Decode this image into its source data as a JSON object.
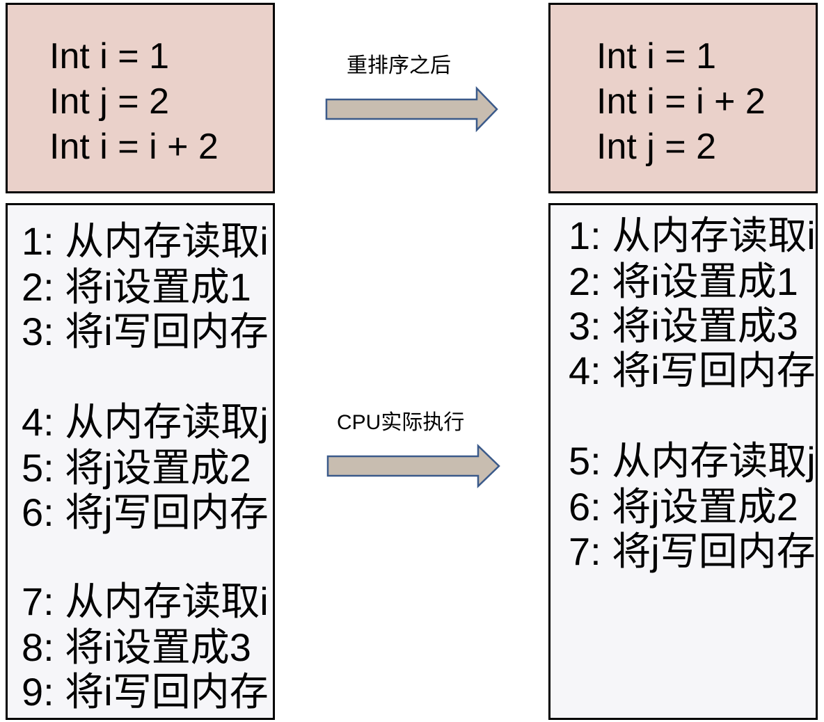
{
  "before": {
    "code": [
      "Int i = 1",
      "Int j = 2",
      "Int i = i + 2"
    ],
    "steps": [
      "1: 从内存读取i",
      "2: 将i设置成1",
      "3: 将i写回内存",
      "4: 从内存读取j",
      "5: 将j设置成2",
      "6: 将j写回内存",
      "7: 从内存读取i",
      "8: 将i设置成3",
      "9: 将i写回内存"
    ]
  },
  "after": {
    "code": [
      "Int i = 1",
      "Int i = i + 2",
      "Int j = 2"
    ],
    "steps": [
      "1: 从内存读取i",
      "2: 将i设置成1",
      "3: 将i设置成3",
      "4: 将i写回内存",
      "5: 从内存读取j",
      "6: 将j设置成2",
      "7: 将j写回内存"
    ]
  },
  "arrows": {
    "reorder_label": "重排序之后",
    "cpu_label": "CPU实际执行"
  },
  "colors": {
    "code_box_fill": "#ead1ca",
    "steps_box_fill": "#f6f6f9",
    "arrow_fill": "#c8bdb0",
    "arrow_stroke": "#3b5a8a"
  }
}
